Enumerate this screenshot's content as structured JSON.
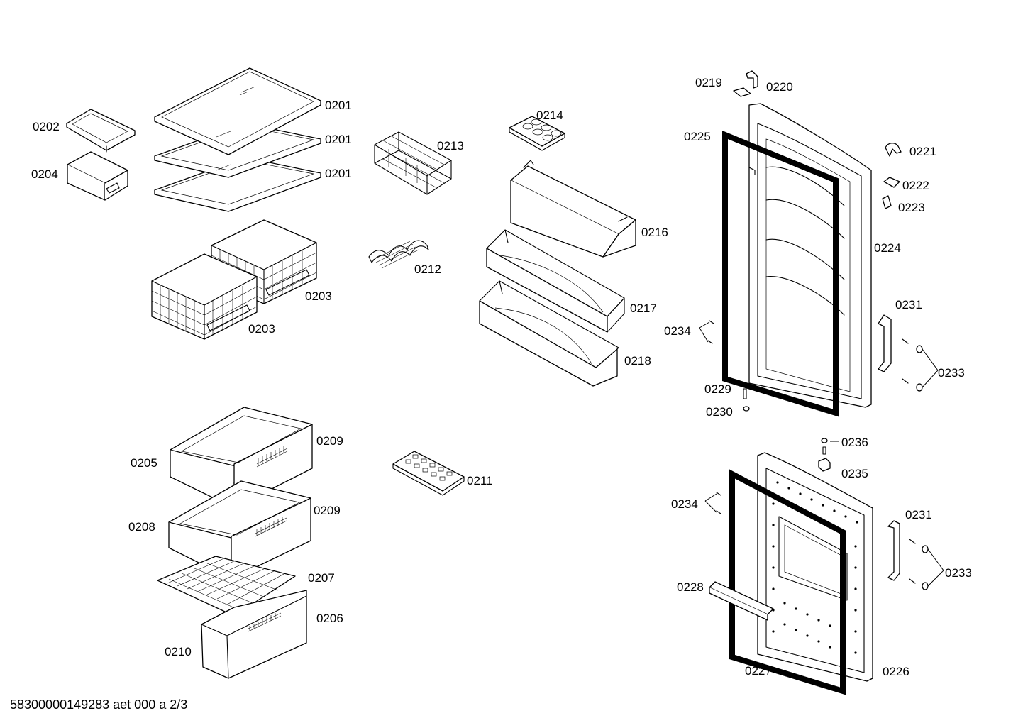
{
  "diagram": {
    "labels": {
      "p0201a": "0201",
      "p0201b": "0201",
      "p0201c": "0201",
      "p0202": "0202",
      "p0203a": "0203",
      "p0203b": "0203",
      "p0204": "0204",
      "p0205": "0205",
      "p0206": "0206",
      "p0207": "0207",
      "p0208": "0208",
      "p0209a": "0209",
      "p0209b": "0209",
      "p0210": "0210",
      "p0211": "0211",
      "p0212": "0212",
      "p0213": "0213",
      "p0214": "0214",
      "p0216": "0216",
      "p0217": "0217",
      "p0218": "0218",
      "p0219": "0219",
      "p0220": "0220",
      "p0221": "0221",
      "p0222": "0222",
      "p0223": "0223",
      "p0224": "0224",
      "p0225": "0225",
      "p0226": "0226",
      "p0227": "0227",
      "p0228": "0228",
      "p0229": "0229",
      "p0230": "0230",
      "p0231a": "0231",
      "p0231b": "0231",
      "p0233a": "0233",
      "p0233b": "0233",
      "p0234a": "0234",
      "p0234b": "0234",
      "p0235": "0235",
      "p0236": "0236"
    },
    "footer": "58300000149283 aet 000 a 2/3"
  }
}
